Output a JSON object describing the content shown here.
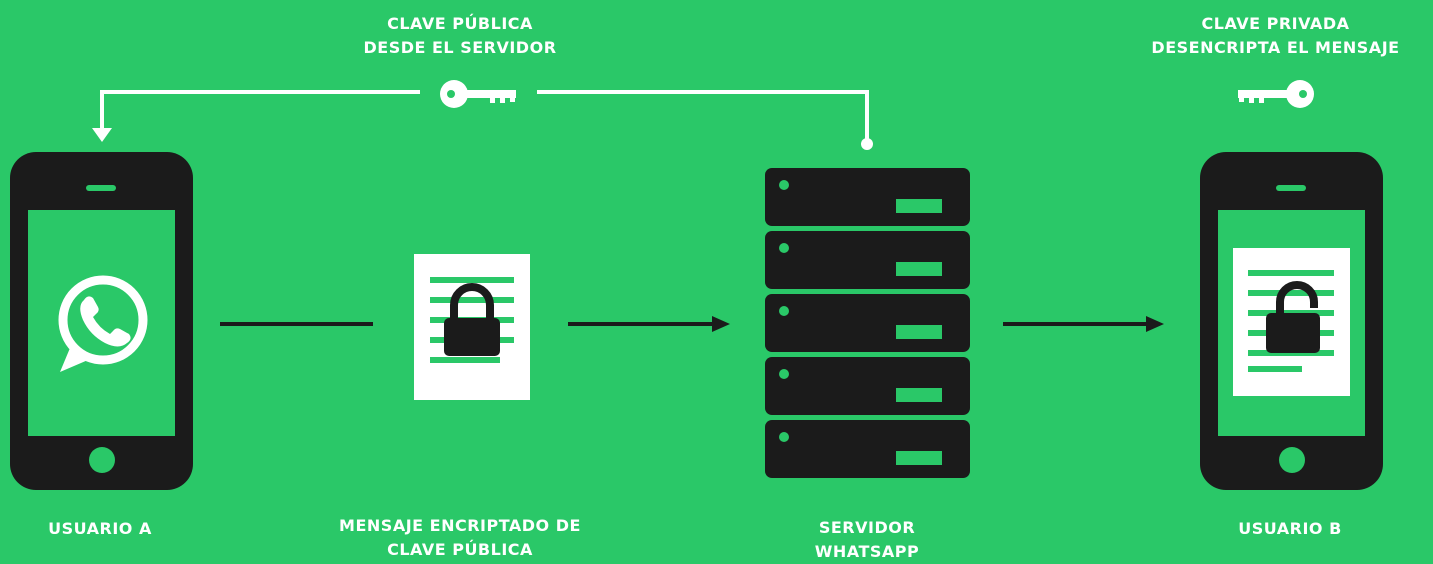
{
  "top": {
    "public_key_line1": "CLAVE PÚBLICA",
    "public_key_line2": "DESDE EL SERVIDOR",
    "private_key_line1": "CLAVE PRIVADA",
    "private_key_line2": "DESENCRIPTA EL MENSAJE"
  },
  "bottom": {
    "user_a": "USUARIO A",
    "message_line1": "MENSAJE ENCRIPTADO DE",
    "message_line2": "CLAVE PÚBLICA",
    "server_line1": "SERVIDOR",
    "server_line2": "WHATSAPP",
    "user_b": "USUARIO B"
  },
  "icons": [
    "key-icon",
    "phone-icon",
    "whatsapp-logo-icon",
    "document-icon",
    "lock-closed-icon",
    "server-icon",
    "lock-open-icon"
  ],
  "colors": {
    "background": "#2ac868",
    "device": "#1b1b1b",
    "white": "#ffffff",
    "accent": "#2ac868"
  }
}
